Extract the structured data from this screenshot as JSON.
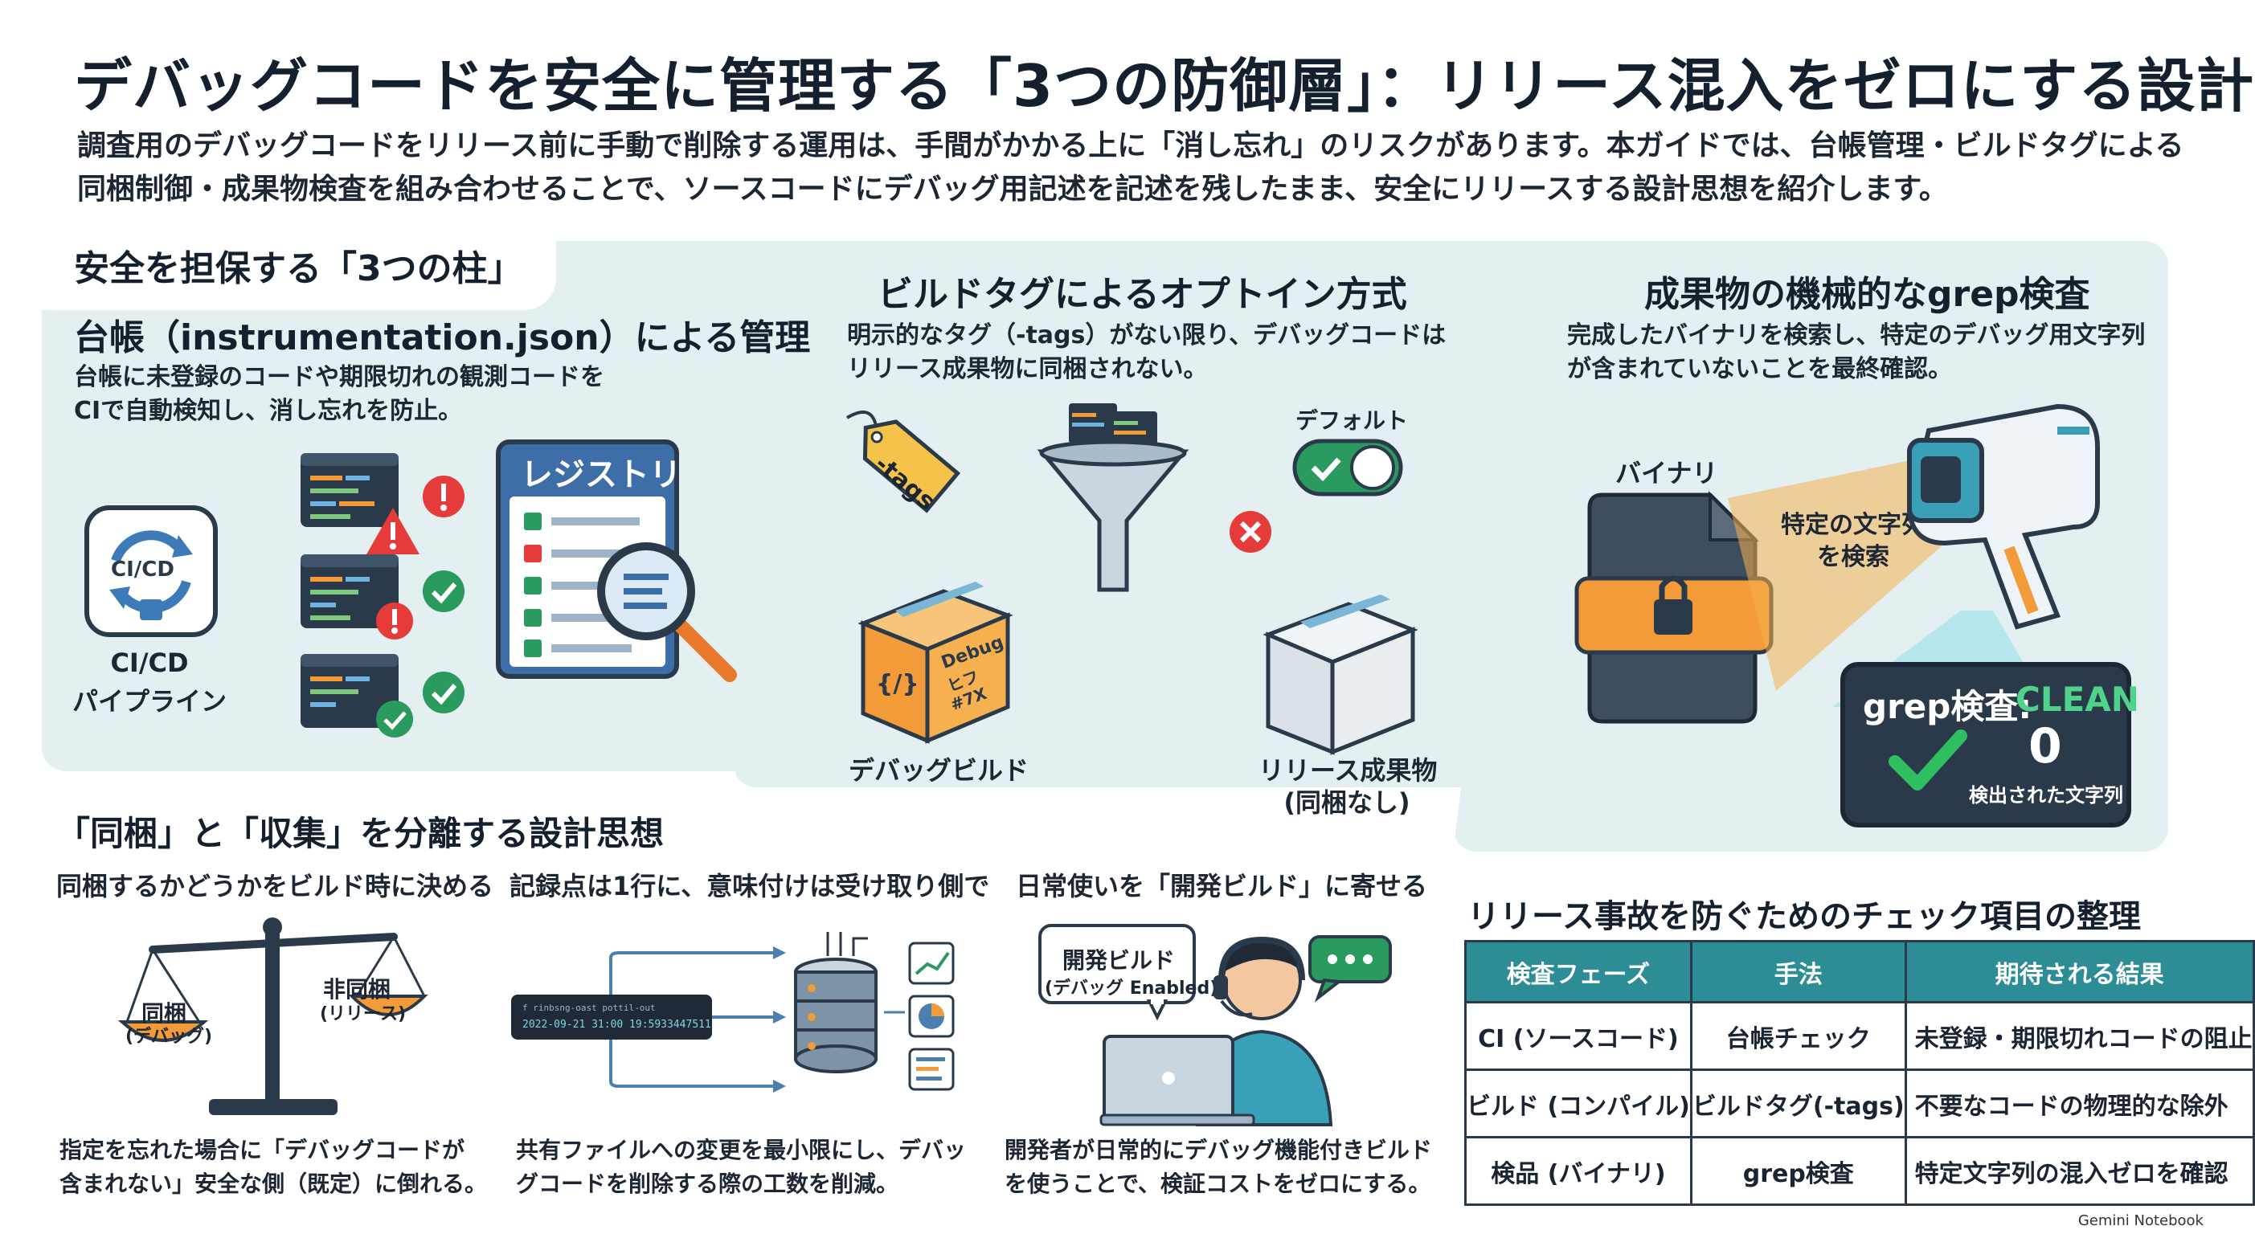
{
  "header": {
    "title": "デバッグコードを安全に管理する「3つの防御層」：リリース混入をゼロにする設計",
    "intro_line1": "調査用のデバッグコードをリリース前に手動で削除する運用は、手間がかかる上に「消し忘れ」のリスクがあります。本ガイドでは、台帳管理・ビルドタグによる",
    "intro_line2": "同梱制御・成果物検査を組み合わせることで、ソースコードにデバッグ用記述を記述を残したまま、安全にリリースする設計思想を紹介します。"
  },
  "pillars": {
    "section_title": "安全を担保する「3つの柱」",
    "ledger": {
      "title": "台帳（instrumentation.json）による管理",
      "desc_line1": "台帳に未登録のコードや期限切れの観測コードを",
      "desc_line2": "CIで自動検知し、消し忘れを防止。",
      "cicd_icon_text": "CI/CD",
      "cicd_label_line1": "CI/CD",
      "cicd_label_line2": "パイプライン",
      "registry_title": "レジストリ"
    },
    "build_tag": {
      "title": "ビルドタグによるオプトイン方式",
      "desc_line1": "明示的なタグ（-tags）がない限り、デバッグコードは",
      "desc_line2": "リリース成果物に同梱されない。",
      "tag_text": "-tags",
      "default_label": "デフォルト",
      "debug_box_text_1": "Debug",
      "debug_box_text_2": "ヒフ",
      "debug_box_text_3": "#7X",
      "debug_box_code": "{/}",
      "debug_build_label": "デバッグビルド",
      "release_label_line1": "リリース成果物",
      "release_label_line2": "(同梱なし)"
    },
    "grep": {
      "title": "成果物の機械的なgrep検査",
      "desc_line1": "完成したバイナリを検索し、特定のデバッグ用文字列",
      "desc_line2": "が含まれていないことを最終確認。",
      "binary_label": "バイナリ",
      "beam_line1": "特定の文字列",
      "beam_line2": "を検索",
      "result_label": "grep検査: ",
      "result_status": "CLEAN",
      "result_count": "0",
      "result_caption": "検出された文字列"
    }
  },
  "philosophy": {
    "section_title": "「同梱」と「収集」を分離する設計思想",
    "col1": {
      "heading": "同梱するかどうかをビルド時に決める",
      "left_pan_line1": "同梱",
      "left_pan_line2": "(デバッグ)",
      "right_pan_line1": "非同梱",
      "right_pan_line2": "(リリース)",
      "foot_line1": "指定を忘れた場合に「デバッグコードが",
      "foot_line2": "含まれない」安全な側（既定）に倒れる。"
    },
    "col2": {
      "heading": "記録点は1行に、意味付けは受け取り側で",
      "log_line1": "f rinbsng-oast pottil-out",
      "log_line2": "2022-09-21 31:00 19:5933447511",
      "foot_line1": "共有ファイルへの変更を最小限にし、デバッ",
      "foot_line2": "グコードを削除する際の工数を削減。"
    },
    "col3": {
      "heading": "日常使いを「開発ビルド」に寄せる",
      "bubble_line1": "開発ビルド",
      "bubble_line2": "(デバッグ Enabled)",
      "foot_line1": "開発者が日常的にデバッグ機能付きビルド",
      "foot_line2": "を使うことで、検証コストをゼロにする。"
    }
  },
  "checklist": {
    "title": "リリース事故を防ぐためのチェック項目の整理",
    "headers": [
      "検査フェーズ",
      "手法",
      "期待される結果"
    ],
    "rows": [
      [
        "CI (ソースコード)",
        "台帳チェック",
        "未登録・期限切れコードの阻止"
      ],
      [
        "ビルド (コンパイル)",
        "ビルドタグ(-tags)",
        "不要なコードの物理的な除外"
      ],
      [
        "検品 (バイナリ)",
        "grep検査",
        "特定文字列の混入ゼロを確認"
      ]
    ]
  },
  "footer": {
    "watermark": "Gemini Notebook"
  },
  "colors": {
    "accent_teal": "#2c8d96",
    "panel_bg": "#e3eff1",
    "warn_red": "#e63b3b",
    "ok_green": "#2a9a5e",
    "orange": "#f29b38",
    "navy": "#2b3a4a"
  }
}
